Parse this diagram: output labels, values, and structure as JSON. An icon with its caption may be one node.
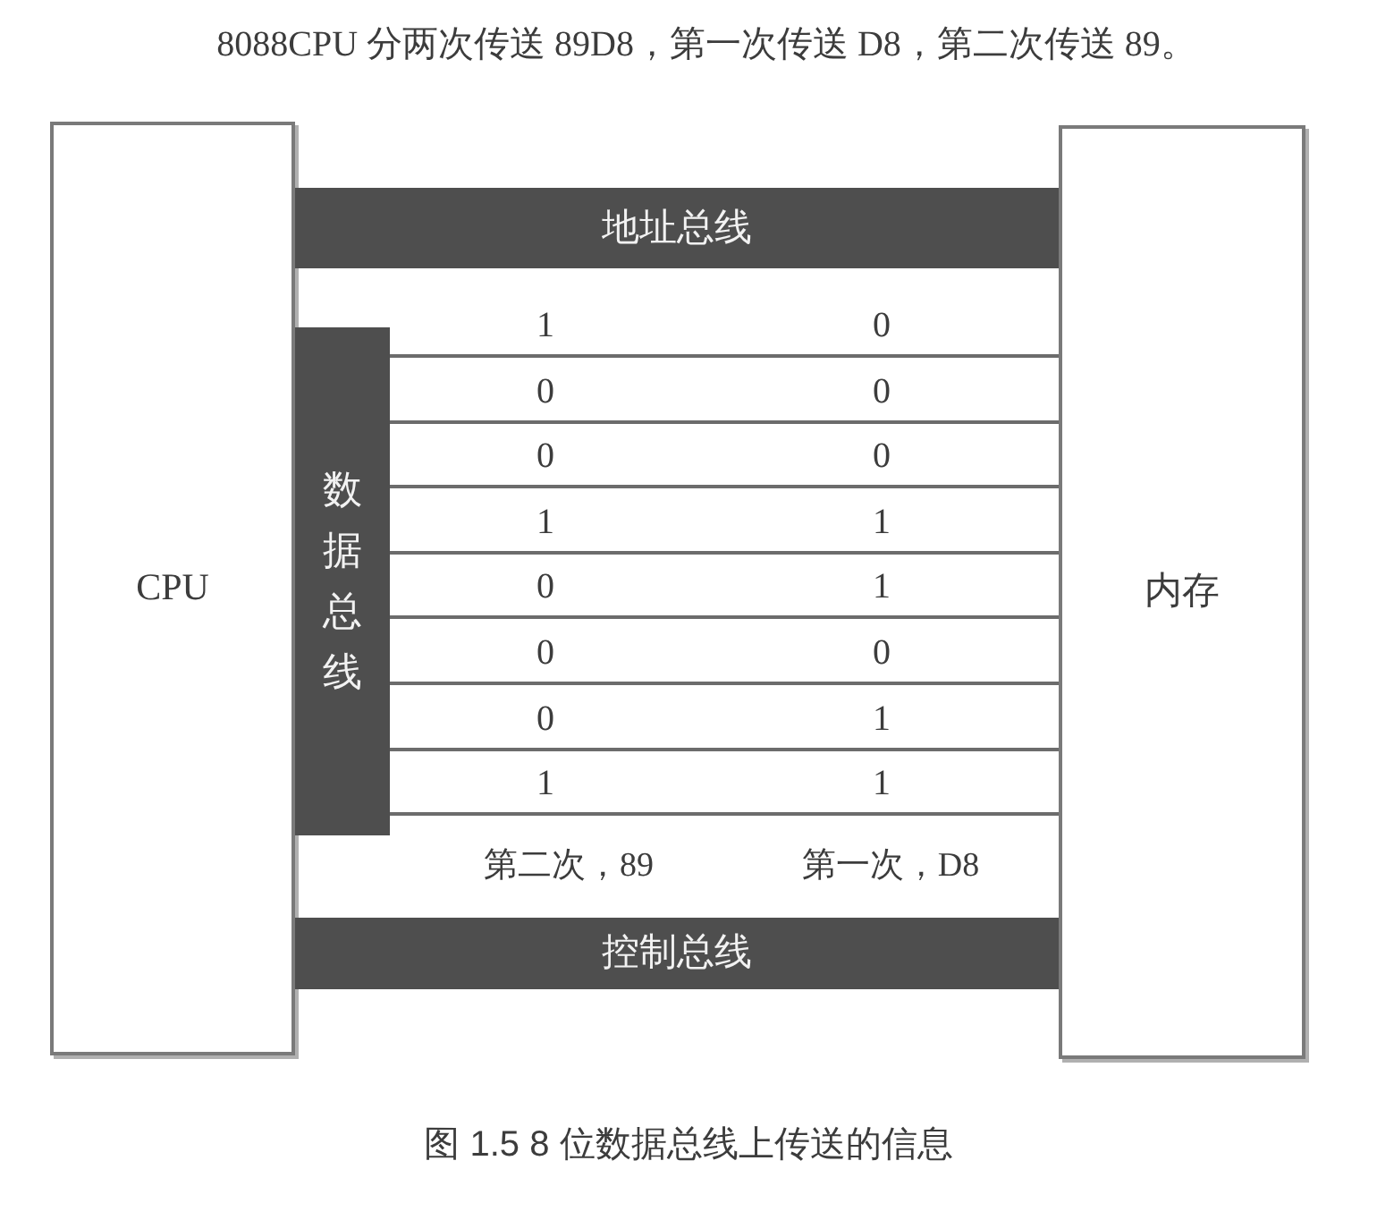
{
  "diagram": {
    "caption": "图 1.5 8 位数据总线上传送的信息",
    "nodes": [
      {
        "text": [
          "CPU"
        ]
      },
      {
        "text": [
          "内存"
        ]
      },
      {
        "text": [
          "地址总线"
        ]
      },
      {
        "text": [
          "数据总线"
        ]
      },
      {
        "text": [
          "控制总线"
        ]
      }
    ],
    "edges": [
      {
        "from": 3,
        "to": 1,
        "arrow": "none"
      },
      {
        "from": 3,
        "to": 1,
        "arrow": "none"
      },
      {
        "from": 3,
        "to": 1,
        "arrow": "none"
      },
      {
        "from": 3,
        "to": 1,
        "arrow": "none"
      },
      {
        "from": 3,
        "to": 1,
        "arrow": "none"
      },
      {
        "from": 3,
        "to": 1,
        "arrow": "none"
      },
      {
        "from": 3,
        "to": 1,
        "arrow": "none"
      },
      {
        "from": 3,
        "to": 1,
        "arrow": "none"
      }
    ],
    "labels": [
      "8088CPU 分两次传送 89D8，第一次传送 D8，第二次传送 89。",
      "1",
      "0",
      "0",
      "0",
      "0",
      "0",
      "1",
      "1",
      "0",
      "1",
      "0",
      "0",
      "0",
      "1",
      "1",
      "1",
      "第二次，89",
      "第一次，D8"
    ]
  }
}
